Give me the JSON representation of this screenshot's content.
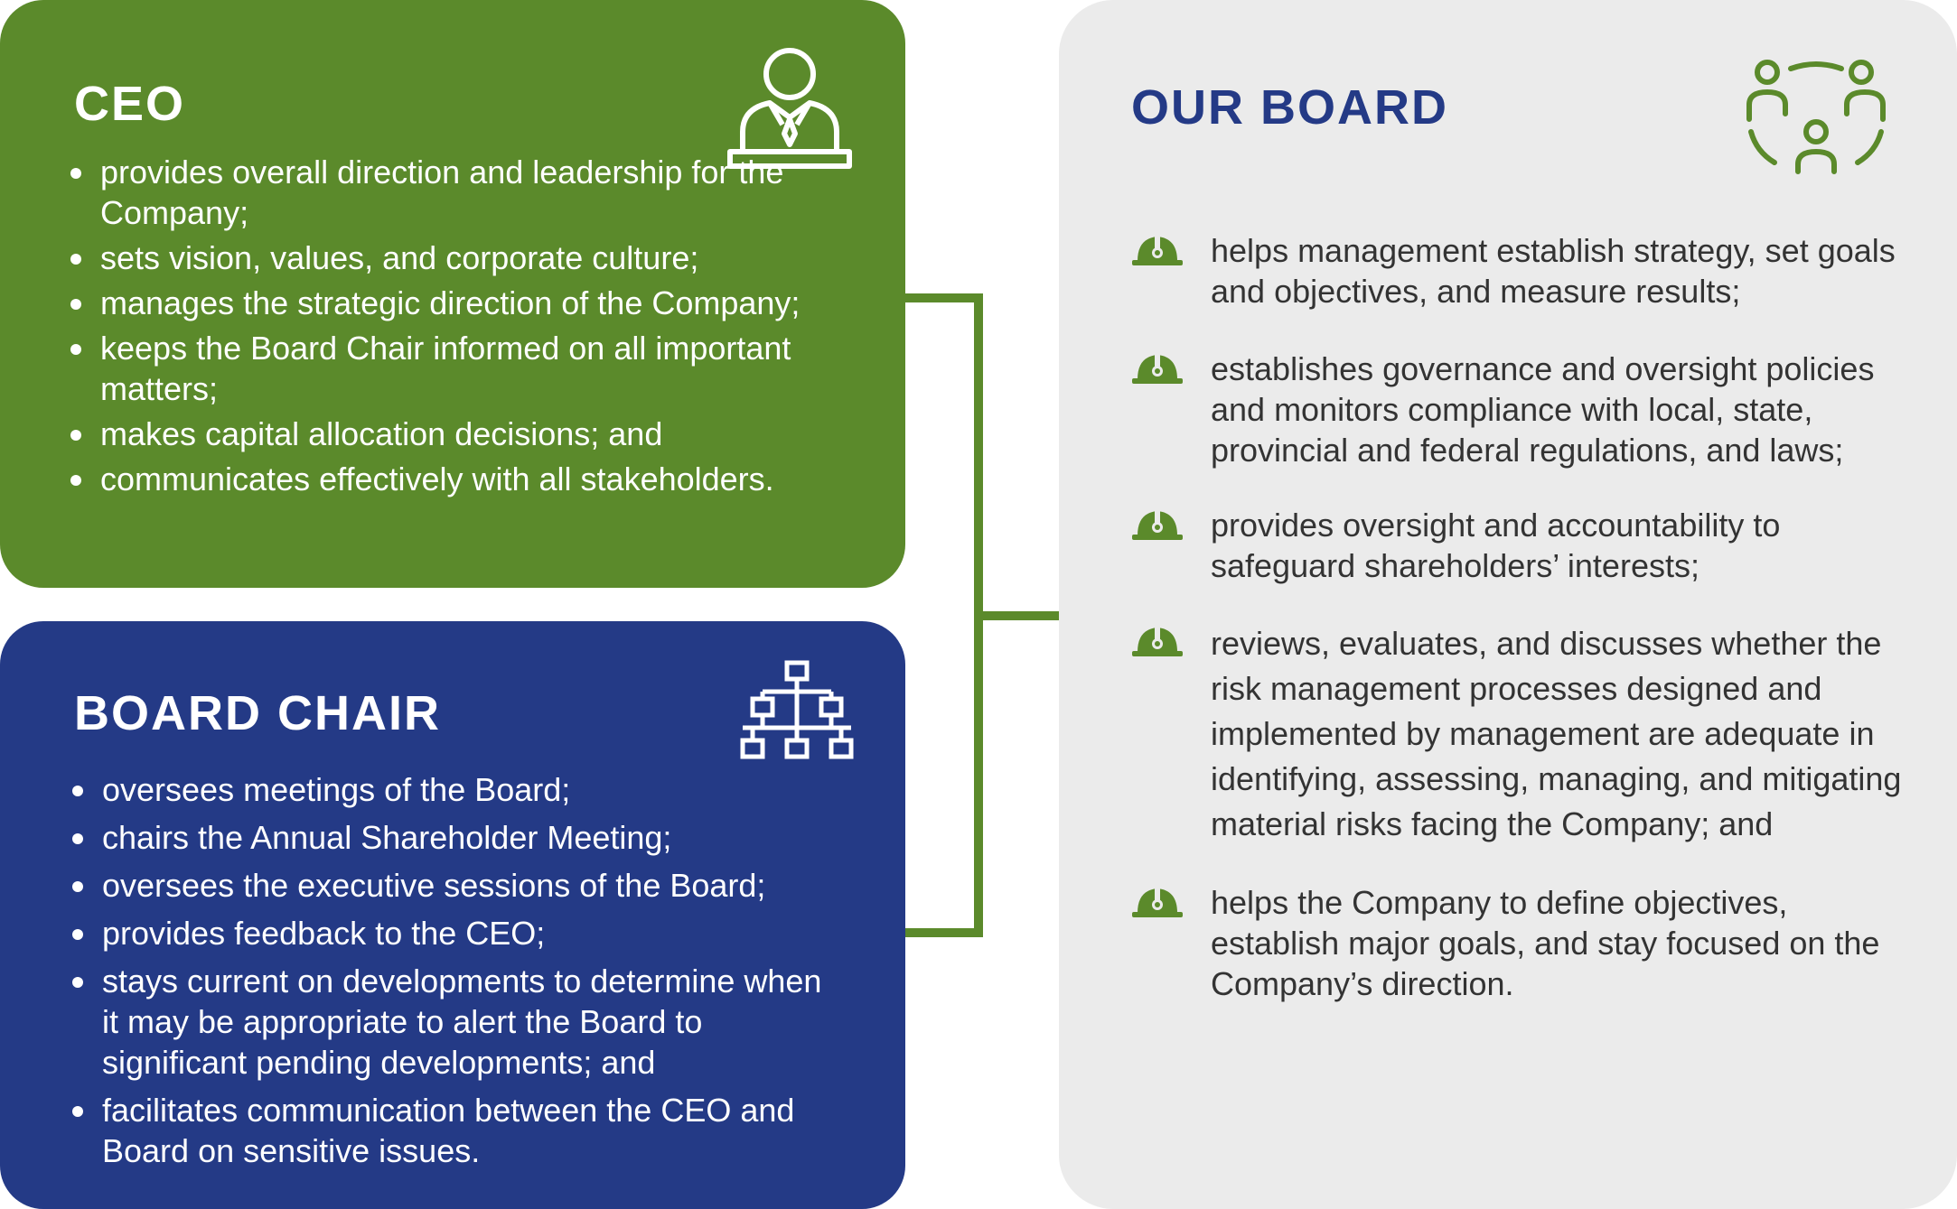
{
  "ceo": {
    "title": "CEO",
    "icon": "executive-person-icon",
    "items": [
      "provides overall direction and leadership for the Company;",
      "sets vision, values, and corporate culture;",
      "manages the strategic direction of the Company;",
      "keeps the Board Chair informed on all important matters;",
      "makes capital allocation decisions; and",
      "communicates effectively with all stakeholders."
    ]
  },
  "board_chair": {
    "title": "BOARD CHAIR",
    "icon": "org-chart-icon",
    "items": [
      "oversees meetings of the Board;",
      "chairs the Annual Shareholder Meeting;",
      "oversees the executive sessions of the Board;",
      "provides feedback to the CEO;",
      "stays current on developments to determine when it may be appropriate to alert the Board to significant pending developments; and",
      "facilitates communication between the CEO and Board on sensitive issues."
    ]
  },
  "our_board": {
    "title": "OUR BOARD",
    "icon": "team-group-icon",
    "bullet_icon": "hard-hat-icon",
    "items": [
      "helps management establish strategy, set goals and objectives, and measure results;",
      "establishes governance and oversight policies and monitors compliance with local, state, provincial and federal regulations, and laws;",
      "provides oversight and accountability to safeguard shareholders’ interests;",
      "reviews, evaluates, and discusses whether the risk management processes designed and implemented by management are adequate in identifying, assessing, managing, and mitigating material risks facing the Company; and",
      "helps the Company to define objectives, establish major goals, and stay focused on the Company’s direction."
    ]
  },
  "colors": {
    "green": "#5b8a2b",
    "navy": "#243a86",
    "light_gray": "#ebebeb",
    "text_dark": "#333333"
  }
}
